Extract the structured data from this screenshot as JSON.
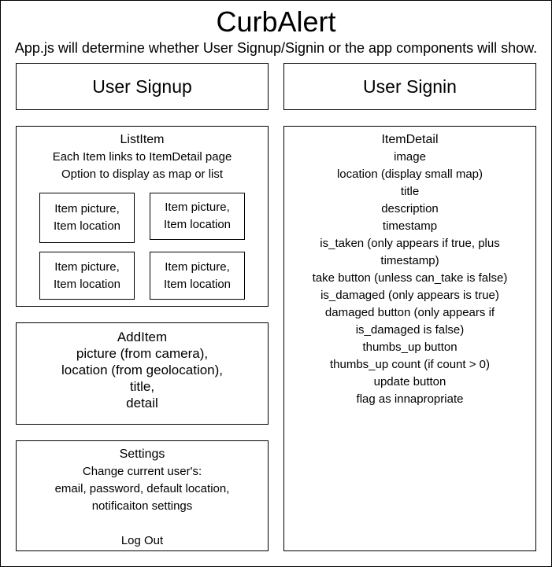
{
  "header": {
    "title": "CurbAlert",
    "subtitle": "App.js will determine whether User Signup/Signin or the app components will show."
  },
  "auth": {
    "signup": "User Signup",
    "signin": "User Signin"
  },
  "list_item": {
    "title": "ListItem",
    "lines": [
      "Each Item links to ItemDetail page",
      "Option to display as map or list"
    ],
    "tiles": [
      {
        "line1": "Item picture,",
        "line2": "Item location"
      },
      {
        "line1": "Item picture,",
        "line2": "Item location"
      },
      {
        "line1": "Item picture,",
        "line2": "Item location"
      },
      {
        "line1": "Item picture,",
        "line2": "Item location"
      }
    ]
  },
  "add_item": {
    "title": "AddItem",
    "lines": [
      "picture (from camera),",
      "location (from geolocation),",
      "title,",
      "detail"
    ]
  },
  "settings": {
    "title": "Settings",
    "lines": [
      "Change current user's:",
      "email, password, default location,",
      "notificaiton settings"
    ],
    "logout": "Log Out"
  },
  "item_detail": {
    "title": "ItemDetail",
    "lines": [
      "image",
      "location (display small map)",
      "title",
      "description",
      "timestamp",
      "is_taken (only appears if true, plus",
      "timestamp)",
      "take button (unless can_take is false)",
      "is_damaged (only appears is true)",
      "damaged button (only appears if",
      "is_damaged is false)",
      "thumbs_up button",
      "thumbs_up count (if count > 0)",
      "update button",
      "flag as innapropriate"
    ]
  }
}
